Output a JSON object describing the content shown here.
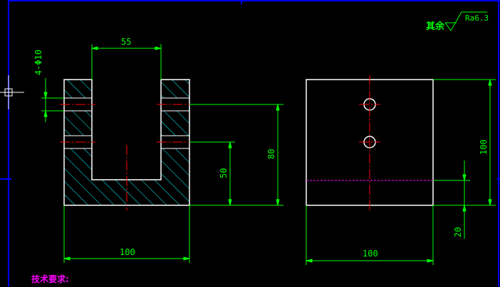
{
  "drawing": {
    "front_view": {
      "slot_width": "55",
      "overall_width": "100",
      "hole_spec": "4-Φ10",
      "height_80": "80",
      "height_50": "50"
    },
    "side_view": {
      "width": "100",
      "height": "100",
      "offset": "20"
    },
    "roughness": {
      "prefix": "其余",
      "value": "Ra6.3"
    },
    "tech_requirements": "技术要求:"
  },
  "colors": {
    "background": "#000000",
    "outline": "#ffffff",
    "dimension": "#00ff00",
    "centerline": "#ff0000",
    "hatch": "#00ffff",
    "frame": "#0000ff",
    "note": "#ff00ff"
  }
}
